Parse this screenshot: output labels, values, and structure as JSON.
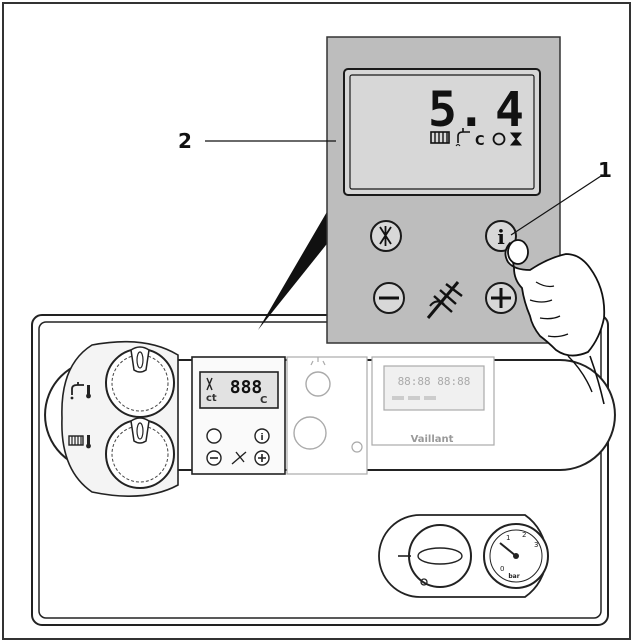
{
  "callouts": {
    "one": "1",
    "two": "2"
  },
  "zoom_display": {
    "digit_left": "5.",
    "digit_right": "4",
    "c_symbol": "C"
  },
  "small_display": {
    "digits": "888",
    "sub_left": "ct",
    "sub_right": "C"
  },
  "brand": {
    "logo_text": "Vaillant"
  },
  "right_screen": {
    "digits": "88:88 88:88"
  },
  "gauge": {
    "scale_0": "0",
    "scale_1": "1",
    "scale_2": "2",
    "scale_3": "3",
    "unit": "bar"
  },
  "colors": {
    "panel_gray": "#bdbdbd",
    "lcd_face": "#d7d7d7",
    "outline": "#1a1a1a",
    "frame": "#333333"
  },
  "icons": [
    "radiator-icon",
    "tap-icon",
    "flame-icon",
    "hourglass-icon",
    "chimney-sweep-icon",
    "info-icon",
    "minus-icon",
    "plus-icon",
    "thermometer-icon",
    "hand-icon"
  ]
}
